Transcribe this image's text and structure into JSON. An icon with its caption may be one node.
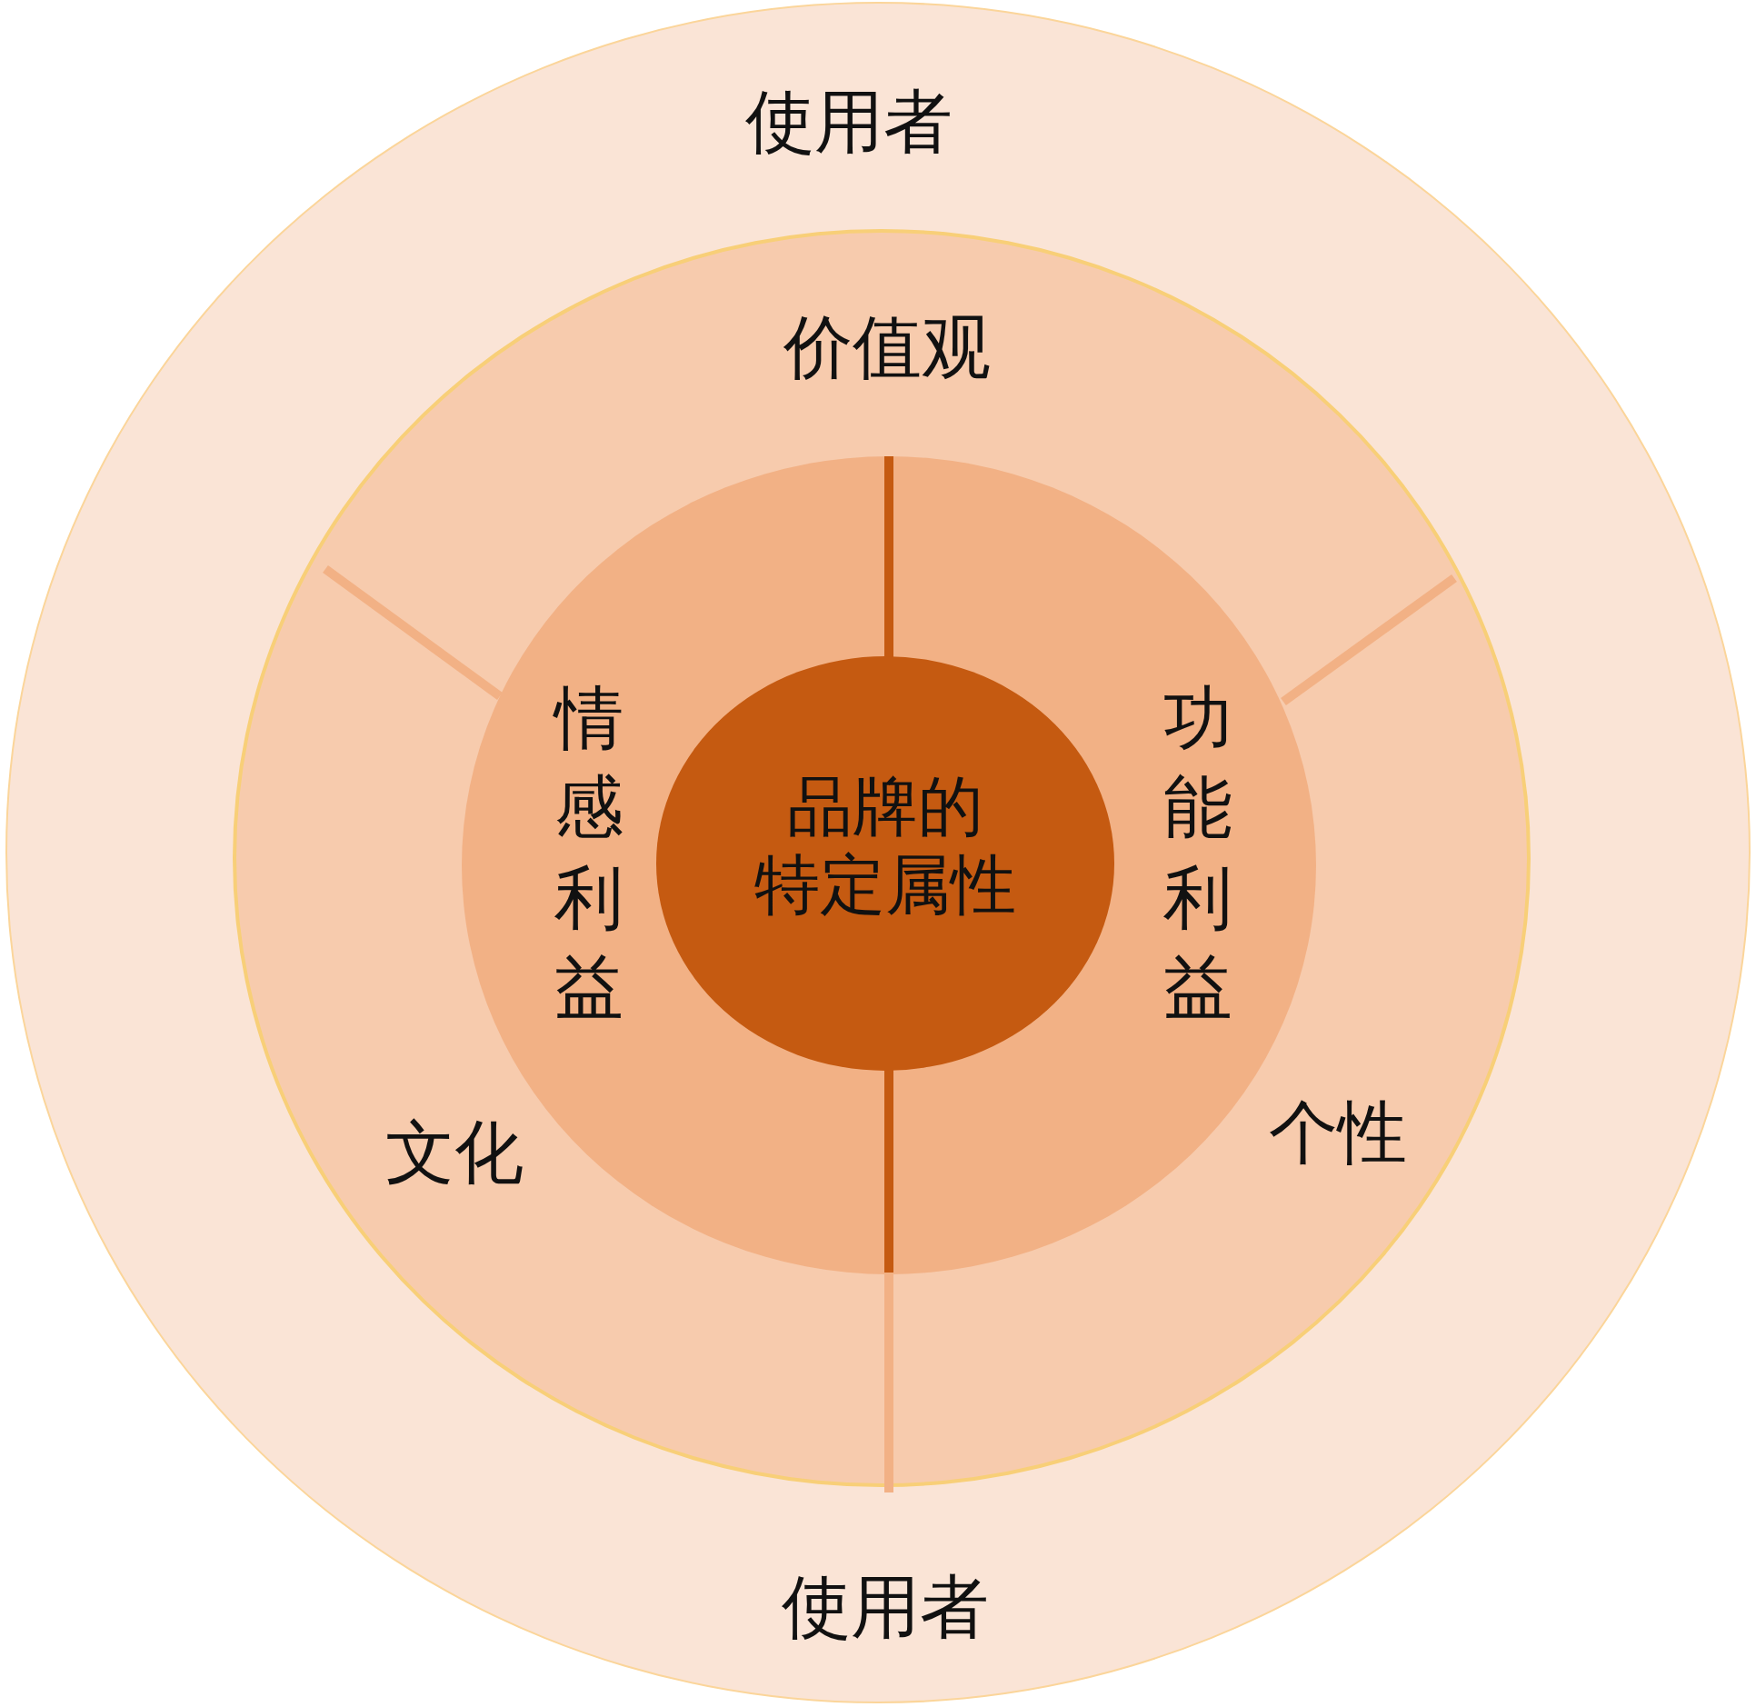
{
  "diagram": {
    "nodes": [
      {
        "text": [
          "使用者",
          "使用者"
        ]
      },
      {
        "text": [
          "价值观",
          "文化",
          "个性"
        ],
        "in": 0
      },
      {
        "text": [
          "情感利益",
          "功能利益"
        ],
        "in": 1
      },
      {
        "text": [
          "品牌的特定属性"
        ],
        "in": 2
      }
    ]
  }
}
